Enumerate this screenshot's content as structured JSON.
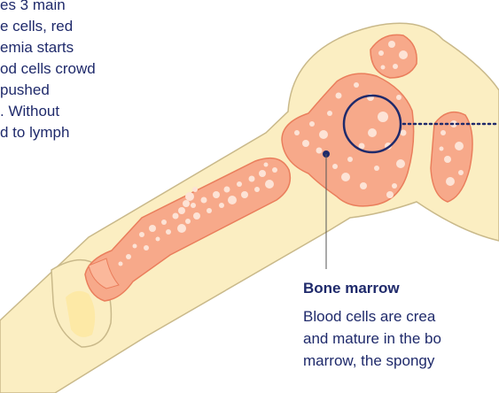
{
  "intro": {
    "text": "es 3 main\ne cells, red\nemia starts\nod cells crowd\npushed\n. Without\nd to lymph"
  },
  "bone_marrow": {
    "title": "Bone marrow",
    "description": "Blood cells are crea\nand mature in the bo\nmarrow, the spongy"
  },
  "colors": {
    "bone": "#fbeec2",
    "bone_outline": "#c9b98a",
    "marrow": "#f7a98a",
    "marrow_outline": "#ea7e5c",
    "dots": "#fde3d6",
    "navy": "#1f2a6b"
  }
}
